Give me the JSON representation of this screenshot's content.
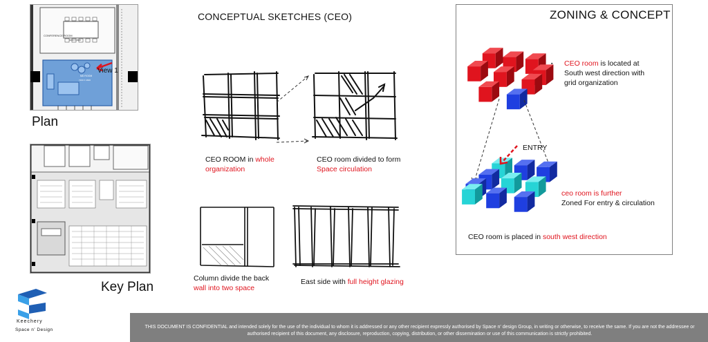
{
  "plan": {
    "label": "Plan",
    "conference_room_label": "CONFERENCE ROOM",
    "conference_room_dim": "6000 X 4600",
    "ceo_room_label": "MD ROOM",
    "ceo_room_dim": "7200 X 4600",
    "view_label": "View 1"
  },
  "key_plan": {
    "label": "Key Plan"
  },
  "sketches": {
    "title": "CONCEPTUAL SKETCHES (CEO)",
    "captions": [
      {
        "black": "CEO ROOM in ",
        "red": "whole",
        "line2_red": "organization"
      },
      {
        "black": "CEO room divided to form",
        "line2_red": "Space circulation"
      },
      {
        "black": "Column divide the back",
        "line2_red": "wall into two space"
      },
      {
        "black": "East side with ",
        "red": "full height glazing"
      }
    ]
  },
  "zoning": {
    "title": "ZONING  & CONCEPT",
    "bullet": "▪",
    "note1_red": "CEO room",
    "note1_rest": " is located at",
    "note1_line2": "South west direction with",
    "note1_line3": "grid organization",
    "entry_label": "ENTRY",
    "note2_red": "ceo room is further",
    "note2_line2": "Zoned For entry & circulation",
    "note3_black": "CEO room is placed in ",
    "note3_red": "south west direction",
    "colors": {
      "red_cube": "#e0141e",
      "blue_cube": "#1f3fe0",
      "cyan_cube": "#26d4d6"
    }
  },
  "logo": {
    "name": "Keechery",
    "sub": "Space n' Design",
    "color": "#1f5fb4"
  },
  "footer": {
    "text": "THIS DOCUMENT IS CONFIDENTIAL and intended solely for the use of the individual to whom it is addressed or any other recipient expressly authorised by Space n' design Group, in writing or otherwise, to receive the same.   If you are not the addressee  or authorised recipient of this document, any disclosure, reproduction, copying, distribution, or other dissemination or use of  this communication is strictly prohibited."
  }
}
